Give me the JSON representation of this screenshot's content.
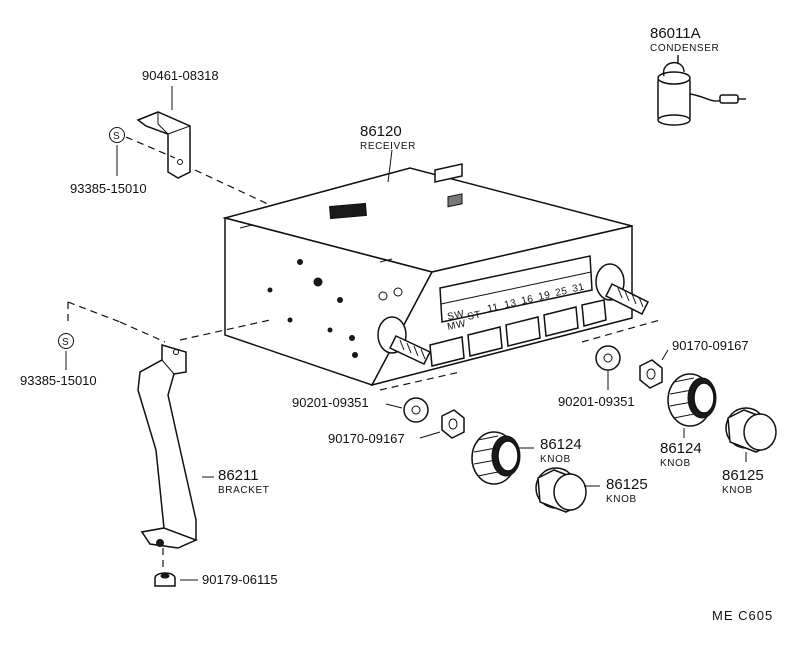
{
  "parts": {
    "condenser": {
      "number": "86011A",
      "name": "CONDENSER"
    },
    "upper_bracket": {
      "number": "90461-08318"
    },
    "upper_screw": {
      "number": "93385-15010",
      "symbol": "S"
    },
    "receiver": {
      "number": "86120",
      "name": "RECEIVER"
    },
    "lower_screw": {
      "number": "93385-15010",
      "symbol": "S"
    },
    "bracket": {
      "number": "86211",
      "name": "BRACKET"
    },
    "bolt": {
      "number": "90179-06115"
    },
    "washer_left": {
      "number": "90201-09351"
    },
    "nut_left": {
      "number": "90170-09167"
    },
    "knob_inner_left": {
      "number": "86124",
      "name": "KNOB"
    },
    "knob_outer_left": {
      "number": "86125",
      "name": "KNOB"
    },
    "washer_right": {
      "number": "90201-09351"
    },
    "nut_right": {
      "number": "90170-09167"
    },
    "knob_inner_right": {
      "number": "86124",
      "name": "KNOB"
    },
    "knob_outer_right": {
      "number": "86125",
      "name": "KNOB"
    }
  },
  "receiver_panel": {
    "band_labels": [
      "SW",
      "MW",
      "ST"
    ],
    "scale_marks": [
      "11",
      "13",
      "16",
      "19",
      "25",
      "31"
    ]
  },
  "footer": {
    "code": "ME  C605"
  }
}
